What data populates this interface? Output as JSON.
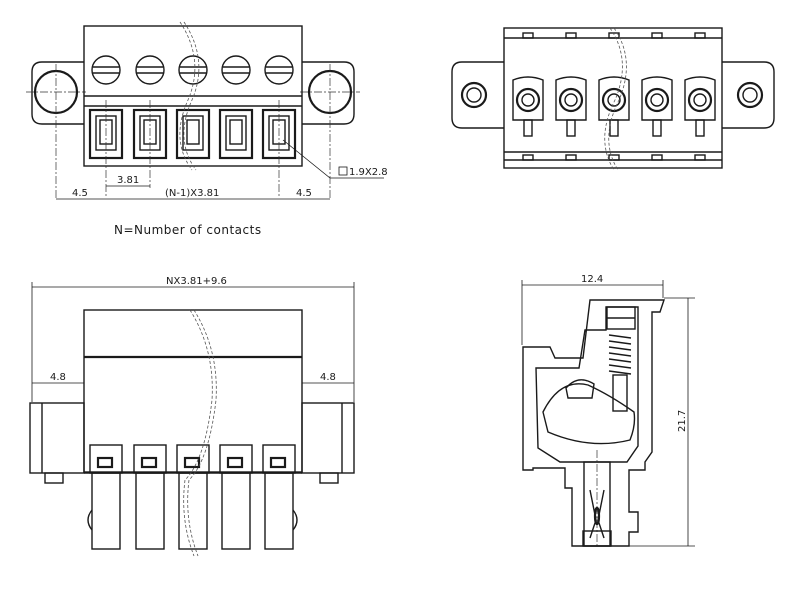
{
  "drawing": {
    "contacts_shown": 5,
    "note": "N=Number of contacts",
    "front_view": {
      "dim_flange_left": "4.5",
      "dim_pitch": "3.81",
      "dim_span": "(N-1)X3.81",
      "dim_flange_right": "4.5",
      "dim_pin_section": "1.9X2.8"
    },
    "top_view": {
      "dim_overall_width": "NX3.81+9.6",
      "dim_ear_left": "4.8",
      "dim_ear_right": "4.8"
    },
    "section_view": {
      "dim_depth": "12.4",
      "dim_height": "21.7"
    },
    "colors": {
      "line": "#1a1a1a",
      "background": "#ffffff"
    }
  }
}
